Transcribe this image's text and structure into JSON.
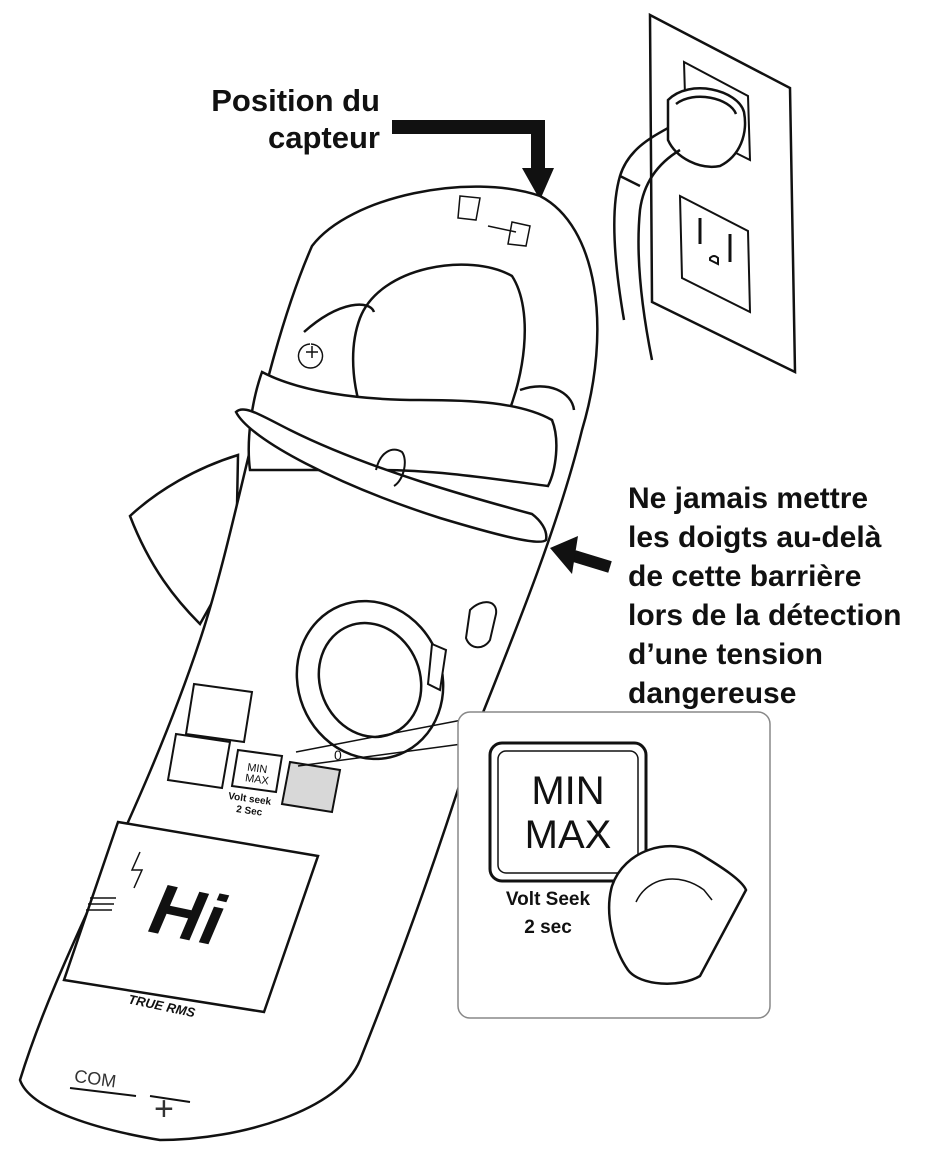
{
  "callouts": {
    "sensor_position": "Position du capteur",
    "warning_lines": [
      "Ne jamais mettre",
      "les doigts au-delà",
      "de cette barrière",
      "lors de la détection",
      "d’une tension",
      "dangereuse"
    ]
  },
  "meter": {
    "button_label_line1": "MIN",
    "button_label_line2": "MAX",
    "button_caption_line1": "Volt seek",
    "button_caption_line2": "2 Sec",
    "display_reading": "Hi",
    "display_brand": "TRUE RMS",
    "jack_com": "COM",
    "jack_plus": "+",
    "dial_zero": "0"
  },
  "zoom": {
    "button_label_line1": "MIN",
    "button_label_line2": "MAX",
    "caption_line1": "Volt Seek",
    "caption_line2": "2 sec"
  }
}
